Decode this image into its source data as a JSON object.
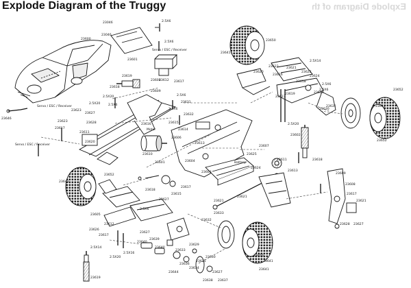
{
  "title": "Explode Diagram of the Truggy",
  "mirrored_title": "Explode Diagram of th",
  "part_labels": {
    "body": "23600",
    "body_clip_a": "23046",
    "body_clip_b": "23046",
    "screw_top": "2.5X6",
    "screw_top2": "2.5X6",
    "plate_a": "23601",
    "servo_esc_rx_top": "Servo / ESC / Receiver",
    "rx_box": "23612",
    "rx_box2": "23617",
    "tire_tr": "23650",
    "tire_tr_hex": "23641",
    "antenna_tube": "23646",
    "servo_esc_rx_left": "Servo / ESC / Receiver",
    "servo_esc_rx_left2": "Servo / ESC / Receiver",
    "left_part_a": "23623",
    "left_part_b": "23617",
    "shock_front": "23619",
    "front_a": "23620",
    "front_b": "23611",
    "front_c": "23628",
    "front_d": "23627",
    "front_e": "23623",
    "screw_f1": "2.5X20",
    "screw_f2": "2.5X6",
    "screw_f3": "2.5X20",
    "steer_a": "23618",
    "steer_b": "23608",
    "steer_c": "23609",
    "steer_d": "23606",
    "motor": "Motor",
    "motor_pinion": "23615",
    "motor_mount": "23616",
    "screw_m1": "2.5X6",
    "screw_m2": "2.5X6",
    "mount_a": "23632",
    "mount_b": "23631",
    "center_a": "23614",
    "center_b": "23613",
    "center_c": "23610",
    "chassis": "23601",
    "chassis_b": "23604",
    "chassis_c": "23603",
    "battery": "Battery",
    "battery_strap": "23624",
    "battery_post": "23625",
    "shaft_a": "23607",
    "shaft_b": "23621",
    "shaft_c": "23621",
    "spur": "23611",
    "spur_b": "23613",
    "tire_fl": "23652",
    "tire_fl_hex": "23641",
    "tire_bl": "23650",
    "tire_br": "23652",
    "tire_br_hex": "23641",
    "tire_rr": "23652",
    "tire_rr_hex": "23641",
    "rear_tower": "23622",
    "rear_a": "23626",
    "rear_b": "23621",
    "rear_c": "23622",
    "rear_d": "23624",
    "rear_e": "23618",
    "rear_f": "23619",
    "screw_r1": "2.5X14",
    "screw_r2": "2.5X6",
    "screw_r3": "2.5X6",
    "screw_r4": "2.5X20",
    "shock_rear": "23602",
    "shock_rear_b": "23618",
    "hub_a": "23629",
    "hub_b": "23630",
    "hub_c": "23631",
    "arm_left": "23620",
    "arm_right": "23623",
    "upright_r": "23609",
    "upright_r2": "23608",
    "upright_r3": "23617",
    "upright_r4": "23621",
    "upright_r5": "23628",
    "upright_r6": "23627",
    "bottom_a": "23605",
    "bottom_b": "23626",
    "bottom_c": "23612",
    "bottom_d": "23617",
    "bottom_e": "23627",
    "bottom_f": "23640",
    "bottom_g": "23639",
    "bottom_h": "23640",
    "bottom_i": "23633",
    "bottom_j": "23636",
    "bottom_k": "23634",
    "bottom_l": "23635",
    "bottom_m": "23630",
    "bottom_n": "23627",
    "bottom_o": "23629",
    "bottom_p": "23644",
    "bottom_q": "23638",
    "bottom_r": "23637",
    "screw_b1": "2.5X14",
    "screw_b2": "2.5X20",
    "screw_b3": "2.5X16",
    "screw_b4": "2.5X6",
    "shock_bl": "23619",
    "tire_bottom_hex": "23641",
    "diff": "23615",
    "diff_b": "23617",
    "dogbone_a": "23627",
    "dogbone_b": "23618",
    "pin_a": "23632",
    "pin_b": "23633"
  }
}
